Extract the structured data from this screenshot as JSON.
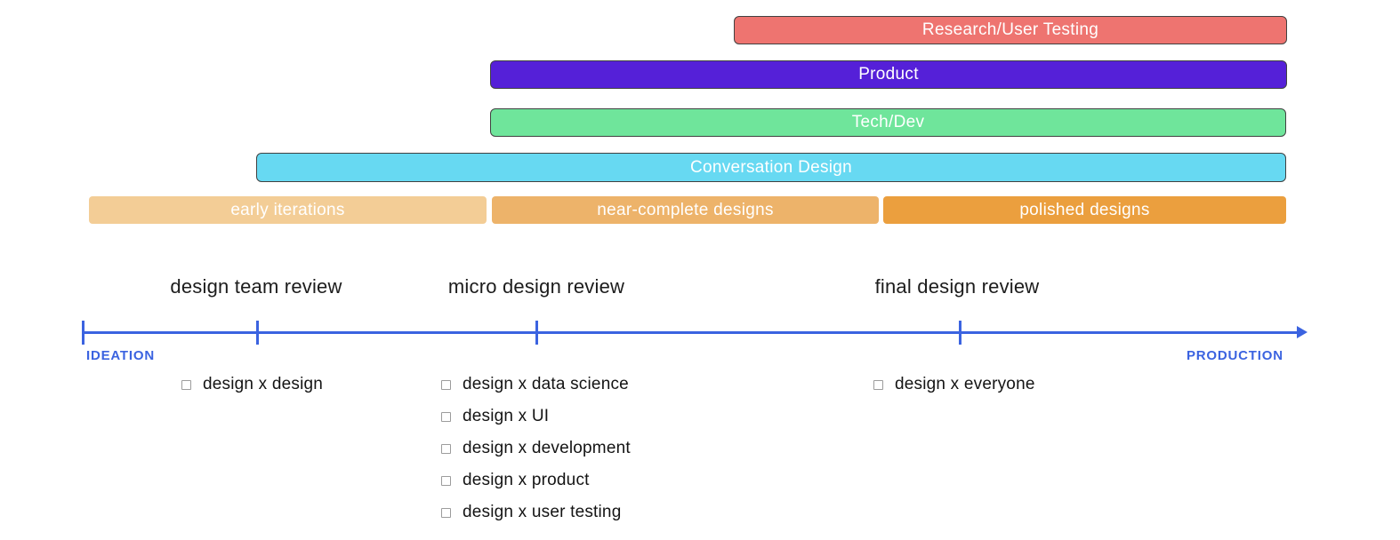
{
  "colors": {
    "research_bar": "#ee7470",
    "product_bar": "#5520d8",
    "tech_dev_bar": "#6fe59b",
    "conversation_design_bar": "#67d9f2",
    "early_iterations_bar": "#f3cd96",
    "near_complete_bar": "#edb36a",
    "polished_bar": "#eb9f3e",
    "timeline": "#3b63e0",
    "bar_border": "#414141"
  },
  "team_bars": [
    {
      "label": "Research/User Testing",
      "color": "#ee7470"
    },
    {
      "label": "Product",
      "color": "#5520d8"
    },
    {
      "label": "Tech/Dev",
      "color": "#6fe59b"
    },
    {
      "label": "Conversation Design",
      "color": "#67d9f2"
    }
  ],
  "stage_bars": [
    {
      "label": "early iterations",
      "color": "#f3cd96"
    },
    {
      "label": "near-complete designs",
      "color": "#edb36a"
    },
    {
      "label": "polished designs",
      "color": "#eb9f3e"
    }
  ],
  "timeline": {
    "start_label": "IDEATION",
    "end_label": "PRODUCTION",
    "milestones": [
      {
        "label": "design team review",
        "checklist": [
          "design x design"
        ]
      },
      {
        "label": "micro design review",
        "checklist": [
          "design x data science",
          "design x UI",
          "design x development",
          "design x product",
          "design x user testing"
        ]
      },
      {
        "label": "final design review",
        "checklist": [
          "design x everyone"
        ]
      }
    ]
  }
}
